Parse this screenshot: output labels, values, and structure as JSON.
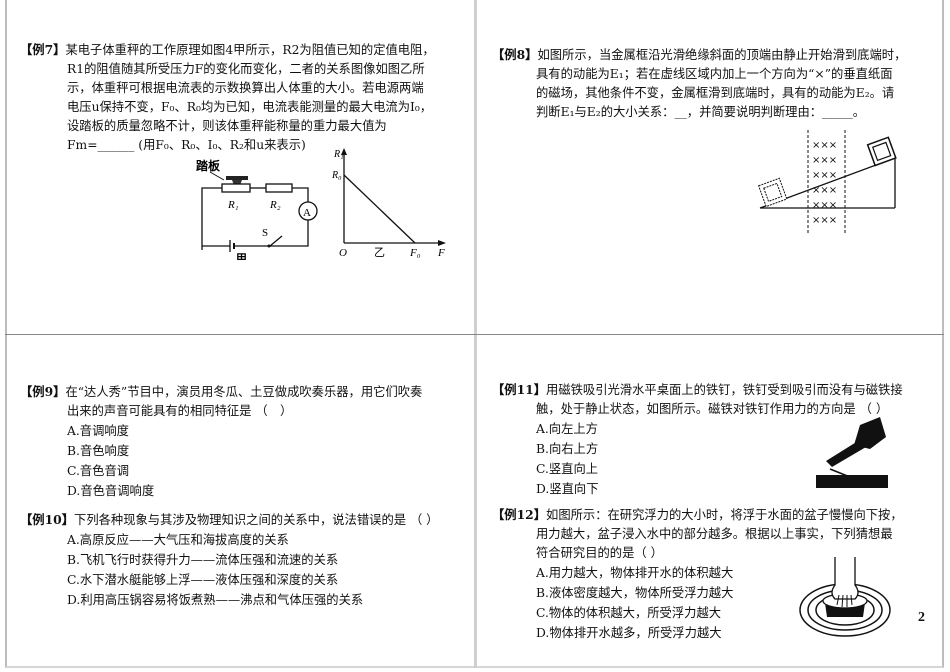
{
  "page_number": "2",
  "q7": {
    "tag": "【例7】",
    "lines": [
      "某电子体重秤的工作原理如图4甲所示，R2为阻值已知的定值电阻，",
      "R1的阻值随其所受压力F的变化而变化，二者的关系图像如图乙所",
      "示，体重秤可根据电流表的示数换算出人体重的大小。若电源两端",
      "电压u保持不变，F₀、R₀均为已知，电流表能测量的最大电流为I₀，",
      "设踏板的质量忽略不计，则该体重秤能称量的重力最大值为",
      "Fm=______ (用F₀、R₀、I₀、R₂和u来表示)"
    ],
    "figure": {
      "pedal_label": "踏板",
      "r1_label": "R₁",
      "r2_label": "R₂",
      "ammeter_label": "A",
      "switch_label": "S",
      "circuit_caption": "甲",
      "graph_caption": "乙",
      "y_axis_label": "R₁",
      "y_intercept_label": "R₀",
      "origin_label": "O",
      "x_intercept_label": "F₀",
      "x_axis_label": "F"
    }
  },
  "q8": {
    "tag": "【例8】",
    "lines": [
      "如图所示，当金属框沿光滑绝缘斜面的顶端由静止开始滑到底端时，",
      "具有的动能为E₁；若在虚线区域内加上一个方向为“×”的垂直纸面",
      "的磁场，其他条件不变，金属框滑到底端时，具有的动能为E₂。请",
      "判断E₁与E₂的大小关系：__，并简要说明判断理由：_____。"
    ],
    "figure": {
      "field_symbol": "×××"
    }
  },
  "q9": {
    "tag": "【例9】",
    "lines": [
      "在“达人秀”节目中，演员用冬瓜、土豆做成吹奏乐器，用它们吹奏",
      "出来的声音可能具有的相同特征是 （　）"
    ],
    "options": [
      "A.音调响度",
      "B.音色响度",
      "C.音色音调",
      "D.音色音调响度"
    ]
  },
  "q10": {
    "tag": "【例10】",
    "lines": [
      "下列各种现象与其涉及物理知识之间的关系中，说法错误的是 （ ）"
    ],
    "options": [
      "A.高原反应——大气压和海拔高度的关系",
      "B.飞机飞行时获得升力——流体压强和流速的关系",
      "C.水下潜水艇能够上浮——液体压强和深度的关系",
      "D.利用高压锅容易将饭煮熟——沸点和气体压强的关系"
    ]
  },
  "q11": {
    "tag": "【例11】",
    "lines": [
      "用磁铁吸引光滑水平桌面上的铁钉，铁钉受到吸引而没有与磁铁接",
      "触，处于静止状态，如图所示。磁铁对铁钉作用力的方向是 （ ）"
    ],
    "options": [
      "A.向左上方",
      "B.向右上方",
      "C.竖直向上",
      "D.竖直向下"
    ]
  },
  "q12": {
    "tag": "【例12】",
    "lines": [
      "如图所示：在研究浮力的大小时，将浮于水面的盆子慢慢向下按，",
      "用力越大，盆子浸入水中的部分越多。根据以上事实，下列猜想最",
      "符合研究目的的是（ ）"
    ],
    "options": [
      "A.用力越大，物体排开水的体积越大",
      "B.液体密度越大，物体所受浮力越大",
      "C.物体的体积越大，所受浮力越大",
      "D.物体排开水越多，所受浮力越大"
    ]
  }
}
